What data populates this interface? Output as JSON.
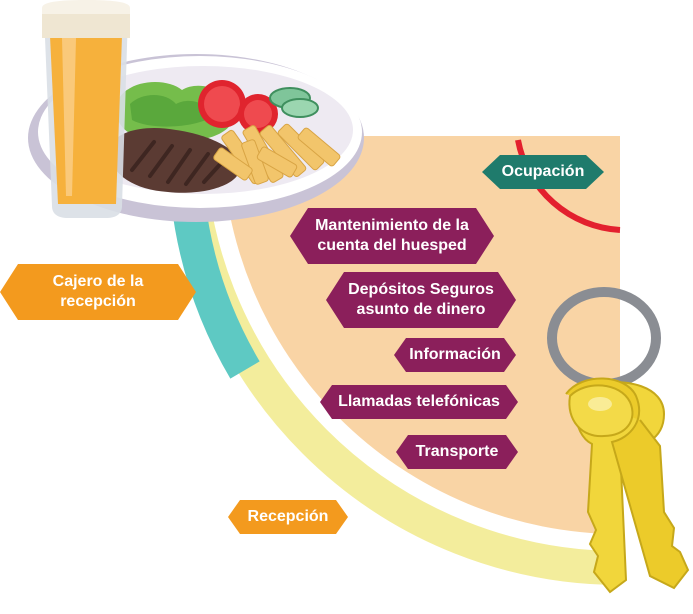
{
  "labels": {
    "ocupacion": "Ocupación",
    "mantenimiento": "Mantenimiento de la cuenta del huesped",
    "depositos": "Depósitos Seguros asunto de dinero",
    "informacion": "Información",
    "llamadas": "Llamadas telefónicas",
    "transporte": "Transporte",
    "cajero": "Cajero de la recepción",
    "recepcion": "Recepción"
  },
  "colors": {
    "purple": "#8b1f5b",
    "orange": "#f39a1e",
    "green": "#1f7b6c",
    "peach": "#f9d4a5",
    "yellow_band": "#f3ed9c",
    "teal_band": "#5ec9c3",
    "red_arc": "#e3202e"
  },
  "icons": [
    "beer-glass-icon",
    "steak-plate-icon",
    "keys-icon"
  ]
}
